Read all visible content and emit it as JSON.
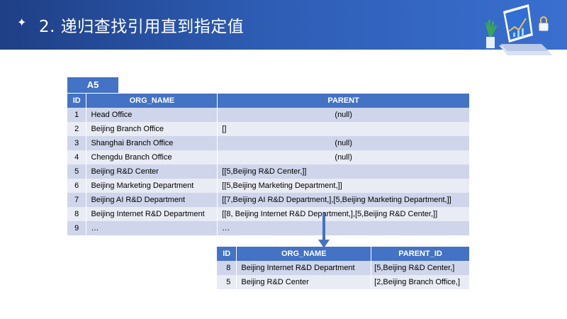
{
  "header": {
    "bullet": "✦",
    "title": "2. 递归查找引用直到指定值"
  },
  "tag_label": "A5",
  "table1": {
    "headers": [
      "ID",
      "ORG_NAME",
      "PARENT"
    ],
    "rows": [
      {
        "id": "1",
        "name": "Head Office",
        "parent": "(null)"
      },
      {
        "id": "2",
        "name": "Beijing Branch Office",
        "parent": "[]"
      },
      {
        "id": "3",
        "name": "Shanghai Branch Office",
        "parent": "(null)"
      },
      {
        "id": "4",
        "name": "Chengdu Branch Office",
        "parent": "(null)"
      },
      {
        "id": "5",
        "name": "Beijing R&D Center",
        "parent": "[[5,Beijing R&D Center,]]"
      },
      {
        "id": "6",
        "name": "Beijing Marketing Department",
        "parent": "[[5,Beijing Marketing Department,]]"
      },
      {
        "id": "7",
        "name": "Beijing AI R&D Department",
        "parent": "[[7,Beijing AI R&D Department,],[5,Beijing Marketing Department,]]"
      },
      {
        "id": "8",
        "name": "Beijing Internet R&D Department",
        "parent": "[[8, Beijing Internet R&D Department,],[5,Beijing R&D Center,]]"
      },
      {
        "id": "9",
        "name": "…",
        "parent": "…"
      }
    ]
  },
  "table2": {
    "headers": [
      "ID",
      "ORG_NAME",
      "PARENT_ID"
    ],
    "rows": [
      {
        "id": "8",
        "name": "Beijing Internet R&D Department",
        "parent": "[5,Beijing R&D Center,]"
      },
      {
        "id": "5",
        "name": "Beijing R&D Center",
        "parent": "[2,Beijing Branch Office,]"
      }
    ]
  },
  "colors": {
    "header_blue": "#4472c4",
    "null_magenta": "#cc00cc",
    "ref_blue": "#2e74b5"
  },
  "icons": [
    "laptop-chart-icon",
    "plant-icon",
    "lock-icon",
    "down-arrow-icon"
  ]
}
